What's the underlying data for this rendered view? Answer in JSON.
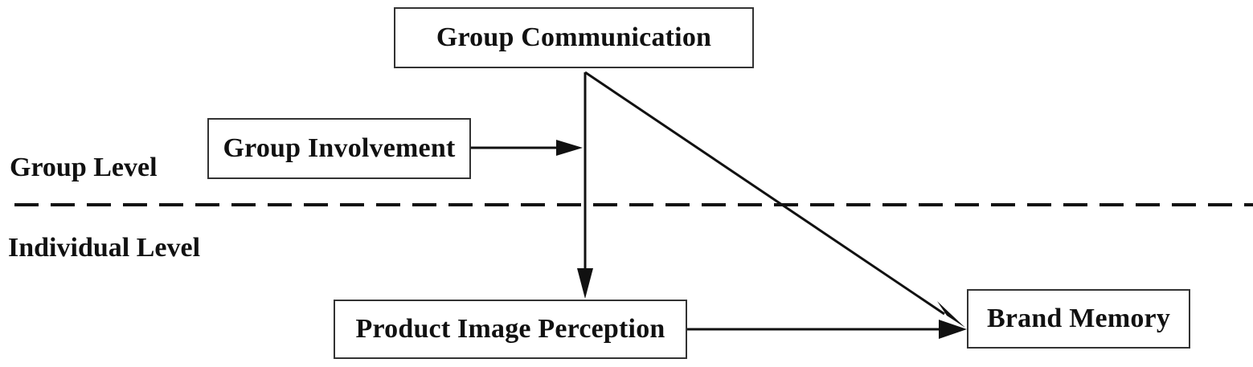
{
  "diagram": {
    "nodes": {
      "group_communication": "Group Communication",
      "group_involvement": "Group Involvement",
      "product_image_perception": "Product Image Perception",
      "brand_memory": "Brand Memory"
    },
    "levels": {
      "group": "Group Level",
      "individual": "Individual Level"
    },
    "edges": [
      {
        "from": "group_communication",
        "to": "product_image_perception"
      },
      {
        "from": "group_communication",
        "to": "brand_memory"
      },
      {
        "from": "group_involvement",
        "to": "group_communication__product_image_perception_path"
      },
      {
        "from": "product_image_perception",
        "to": "brand_memory"
      }
    ],
    "divider": "dashed",
    "colors": {
      "line": "#111111",
      "box_border": "#333333",
      "text": "#111111"
    }
  }
}
